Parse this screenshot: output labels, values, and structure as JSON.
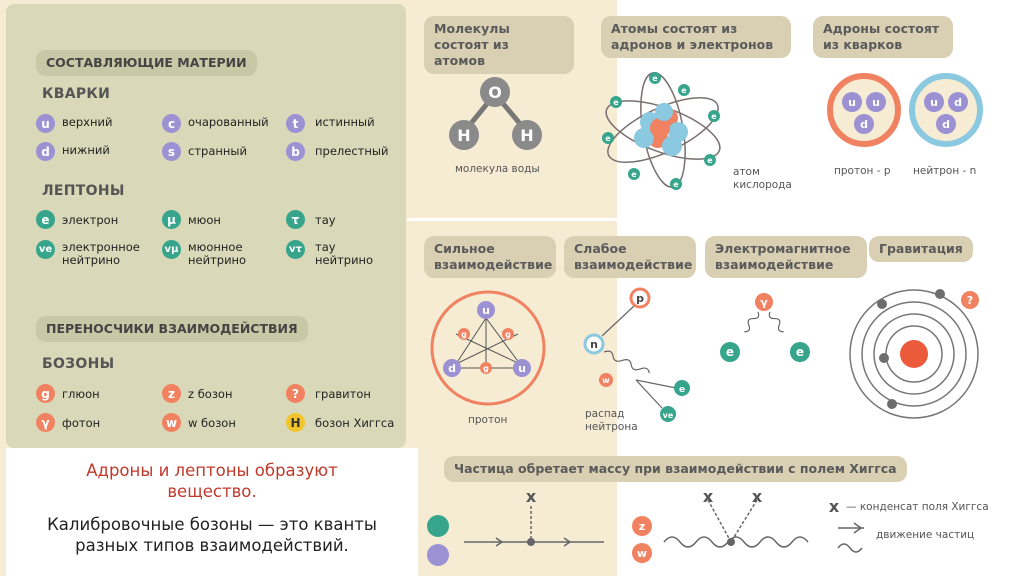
{
  "matter": {
    "title": "СОСТАВЛЯЮЩИЕ МАТЕРИИ",
    "quarks_title": "КВАРКИ",
    "quarks": [
      {
        "symbol": "u",
        "name": "верхний"
      },
      {
        "symbol": "c",
        "name": "очарованный"
      },
      {
        "symbol": "t",
        "name": "истинный"
      },
      {
        "symbol": "d",
        "name": "нижний"
      },
      {
        "symbol": "s",
        "name": "странный"
      },
      {
        "symbol": "b",
        "name": "прелестный"
      }
    ],
    "leptons_title": "ЛЕПТОНЫ",
    "leptons": [
      {
        "symbol": "e",
        "name": "электрон"
      },
      {
        "symbol": "μ",
        "name": "мюон"
      },
      {
        "symbol": "τ",
        "name": "тау"
      },
      {
        "symbol": "ve",
        "name": "электронное нейтрино"
      },
      {
        "symbol": "vμ",
        "name": "мюонное нейтрино"
      },
      {
        "symbol": "vτ",
        "name": "тау нейтрино"
      }
    ]
  },
  "carriers": {
    "title": "ПЕРЕНОСЧИКИ ВЗАИМОДЕЙСТВИЯ",
    "bosons_title": "БОЗОНЫ",
    "bosons": [
      {
        "symbol": "g",
        "name": "глюон"
      },
      {
        "symbol": "z",
        "name": "z бозон"
      },
      {
        "symbol": "?",
        "name": "гравитон"
      },
      {
        "symbol": "γ",
        "name": "фотон"
      },
      {
        "symbol": "w",
        "name": "w бозон"
      },
      {
        "symbol": "H",
        "name": "бозон Хиггса"
      }
    ]
  },
  "summary": {
    "line1": "Адроны и лептоны образуют вещество.",
    "line2": "Калибровочные бозоны — это кванты разных типов взаимодействий."
  },
  "top_panels": {
    "molecules": {
      "title": "Молекулы состоят из атомов",
      "caption": "молекула воды",
      "o": "O",
      "h": "H"
    },
    "atoms": {
      "title": "Атомы состоят из адронов и электронов",
      "caption": "атом кислорода",
      "electron": "e"
    },
    "hadrons": {
      "title": "Адроны состоят из кварков",
      "proton_caption": "протон - p",
      "neutron_caption": "нейтрон - n",
      "u": "u",
      "d": "d"
    }
  },
  "interactions": {
    "strong": {
      "title": "Сильное взаимодействие",
      "caption": "протон",
      "g": "g",
      "u": "u",
      "d": "d"
    },
    "weak": {
      "title": "Слабое взаимодействие",
      "caption": "распад нейтрона",
      "p": "p",
      "n": "n",
      "w": "w",
      "e": "e",
      "ve": "ve"
    },
    "em": {
      "title": "Электромагнитное взаимодействие",
      "gamma": "γ",
      "e": "e"
    },
    "gravity": {
      "title": "Гравитация",
      "q": "?"
    }
  },
  "higgs": {
    "title": "Частица обретает массу при взаимодействии с полем Хиггса",
    "x": "x",
    "z": "z",
    "w": "w",
    "legend_x": "— конденсат поля Хиггса",
    "legend_motion": "движение частиц"
  },
  "colors": {
    "purple": "#9b91d3",
    "green": "#36a58c",
    "orange": "#f08262",
    "yellow": "#f3c42c",
    "blue": "#8ac9e0"
  }
}
